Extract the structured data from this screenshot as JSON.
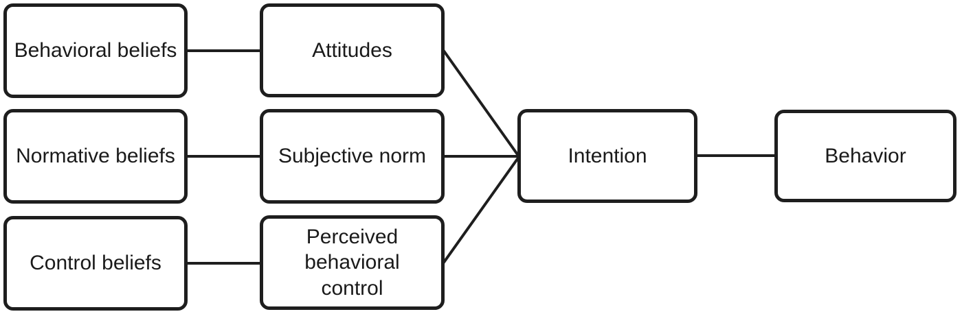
{
  "diagram": {
    "type": "flow-diagram",
    "background_color": "#ffffff",
    "line_color": "#1e1e1e",
    "text_color": "#1a1a1a",
    "nodes": {
      "behavioral_beliefs": {
        "label": "Behavioral beliefs"
      },
      "normative_beliefs": {
        "label": "Normative beliefs"
      },
      "control_beliefs": {
        "label": "Control beliefs"
      },
      "attitudes": {
        "label": "Attitudes"
      },
      "subjective_norm": {
        "label": "Subjective norm"
      },
      "perceived_behavioral_control": {
        "label": "Perceived behavioral control"
      },
      "intention": {
        "label": "Intention"
      },
      "behavior": {
        "label": "Behavior"
      }
    },
    "edges": [
      {
        "from": "behavioral_beliefs",
        "to": "attitudes"
      },
      {
        "from": "normative_beliefs",
        "to": "subjective_norm"
      },
      {
        "from": "control_beliefs",
        "to": "perceived_behavioral_control"
      },
      {
        "from": "attitudes",
        "to": "intention"
      },
      {
        "from": "subjective_norm",
        "to": "intention"
      },
      {
        "from": "perceived_behavioral_control",
        "to": "intention"
      },
      {
        "from": "intention",
        "to": "behavior"
      }
    ]
  }
}
